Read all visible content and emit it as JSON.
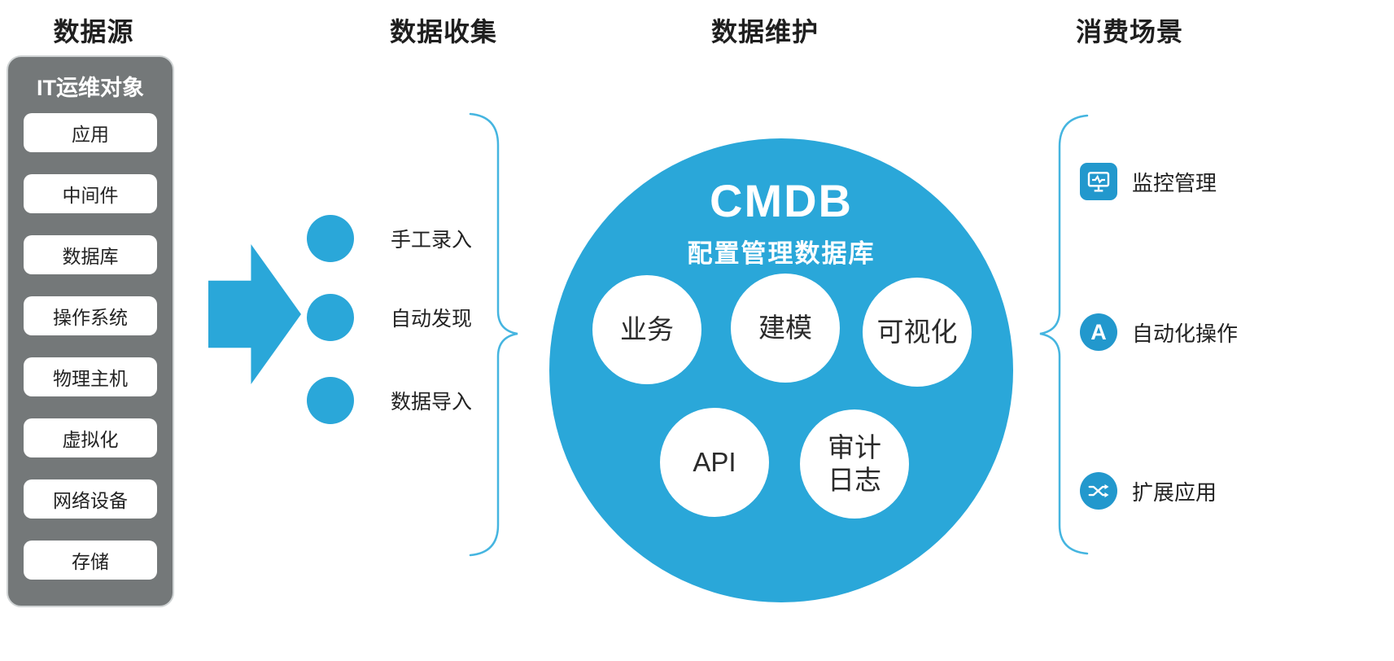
{
  "colors": {
    "accent": "#2aa7d9",
    "icon_accent": "#2298cd",
    "panel_gray": "#747879",
    "brace": "#45b5e0",
    "text": "#222222"
  },
  "headers": {
    "col1": "数据源",
    "col2": "数据收集",
    "col3": "数据维护",
    "col4": "消费场景"
  },
  "source_panel": {
    "title": "IT运维对象",
    "items": [
      "应用",
      "中间件",
      "数据库",
      "操作系统",
      "物理主机",
      "虚拟化",
      "网络设备",
      "存储"
    ]
  },
  "collection": {
    "items": [
      "手工录入",
      "自动发现",
      "数据导入"
    ]
  },
  "cmdb": {
    "title": "CMDB",
    "subtitle": "配置管理数据库",
    "modules": [
      "业务",
      "建模",
      "可视化",
      "API",
      "审计日志"
    ]
  },
  "consumption": {
    "items": [
      {
        "icon": "monitor-icon",
        "label": "监控管理"
      },
      {
        "icon": "letter-a-icon",
        "label": "自动化操作"
      },
      {
        "icon": "shuffle-icon",
        "label": "扩展应用"
      }
    ]
  },
  "icons": {
    "letter_a": "A"
  }
}
